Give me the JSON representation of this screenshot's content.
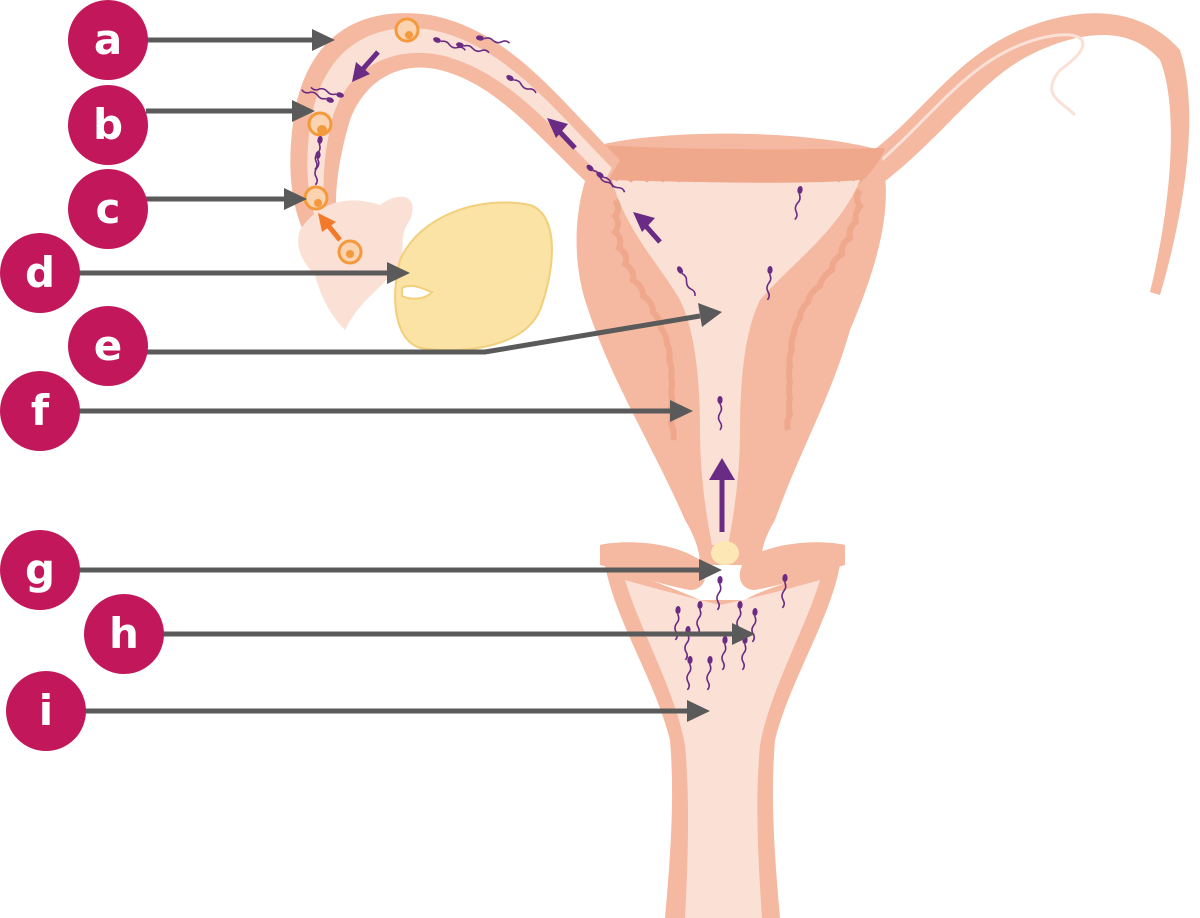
{
  "colors": {
    "label_fill": "#c2185b",
    "pointer": "#5a5a5a",
    "tissue_outer": "#f4b9a0",
    "tissue_inner": "#fbe0d6",
    "tissue_dark": "#efa88c",
    "ovary": "#fbe3a6",
    "sperm": "#6a2b84",
    "egg": "#f39a3d"
  },
  "labels": [
    {
      "letter": "a"
    },
    {
      "letter": "b"
    },
    {
      "letter": "c"
    },
    {
      "letter": "d"
    },
    {
      "letter": "e"
    },
    {
      "letter": "f"
    },
    {
      "letter": "g"
    },
    {
      "letter": "h"
    },
    {
      "letter": "i"
    }
  ]
}
